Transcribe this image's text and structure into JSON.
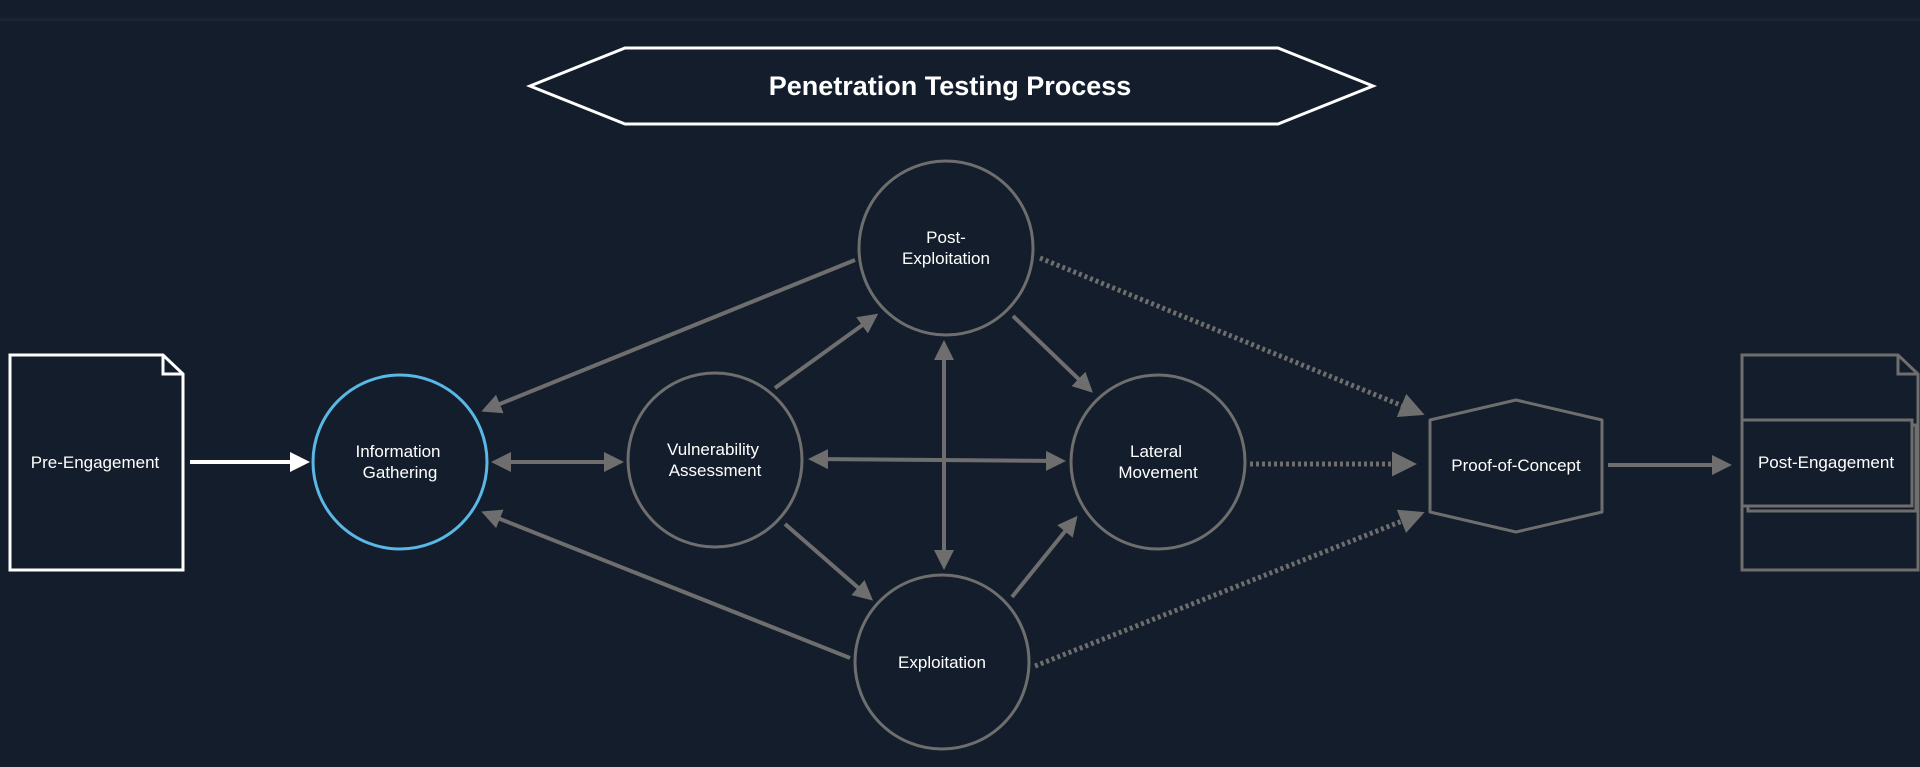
{
  "title": "Penetration Testing Process",
  "nodes": {
    "pre_engagement": "Pre-Engagement",
    "information_gathering": [
      "Information",
      "Gathering"
    ],
    "vulnerability_assessment": [
      "Vulnerability",
      "Assessment"
    ],
    "post_exploitation": [
      "Post-",
      "Exploitation"
    ],
    "exploitation": "Exploitation",
    "lateral_movement": [
      "Lateral",
      "Movement"
    ],
    "proof_of_concept": "Proof-of-Concept",
    "post_engagement": "Post-Engagement"
  },
  "colors": {
    "background": "#141d2b",
    "primary_stroke": "#ffffff",
    "secondary_stroke": "#6e6e6e",
    "highlight": "#5ab8e6"
  }
}
